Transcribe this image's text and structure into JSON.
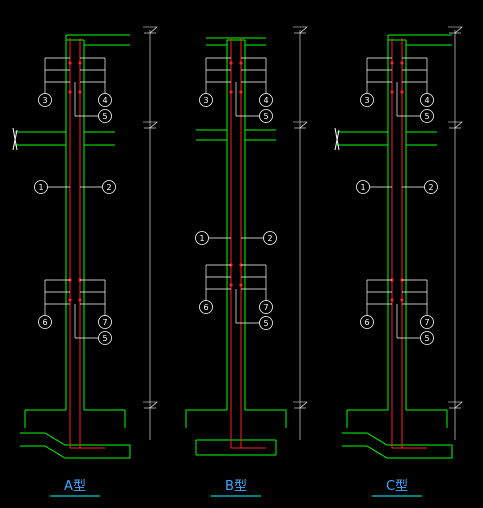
{
  "columns": [
    {
      "id": "A",
      "title": "A型",
      "callouts_top": [
        "3",
        "4",
        "5"
      ],
      "callouts_mid": [
        "1",
        "2"
      ],
      "callouts_bot": [
        "6",
        "7",
        "5"
      ]
    },
    {
      "id": "B",
      "title": "B型",
      "callouts_top": [
        "3",
        "4",
        "5"
      ],
      "callouts_mid": [
        "1",
        "2"
      ],
      "callouts_bot": [
        "6",
        "7",
        "5"
      ]
    },
    {
      "id": "C",
      "title": "C型",
      "callouts_top": [
        "3",
        "4",
        "5"
      ],
      "callouts_mid": [
        "1",
        "2"
      ],
      "callouts_bot": [
        "6",
        "7",
        "5"
      ]
    }
  ],
  "colors": {
    "background": "#000000",
    "outline": "#00ff00",
    "rebar": "#ff2020",
    "annotation": "#ffffff",
    "title": "#3fa9ff",
    "title_underline": "#00ffff"
  }
}
